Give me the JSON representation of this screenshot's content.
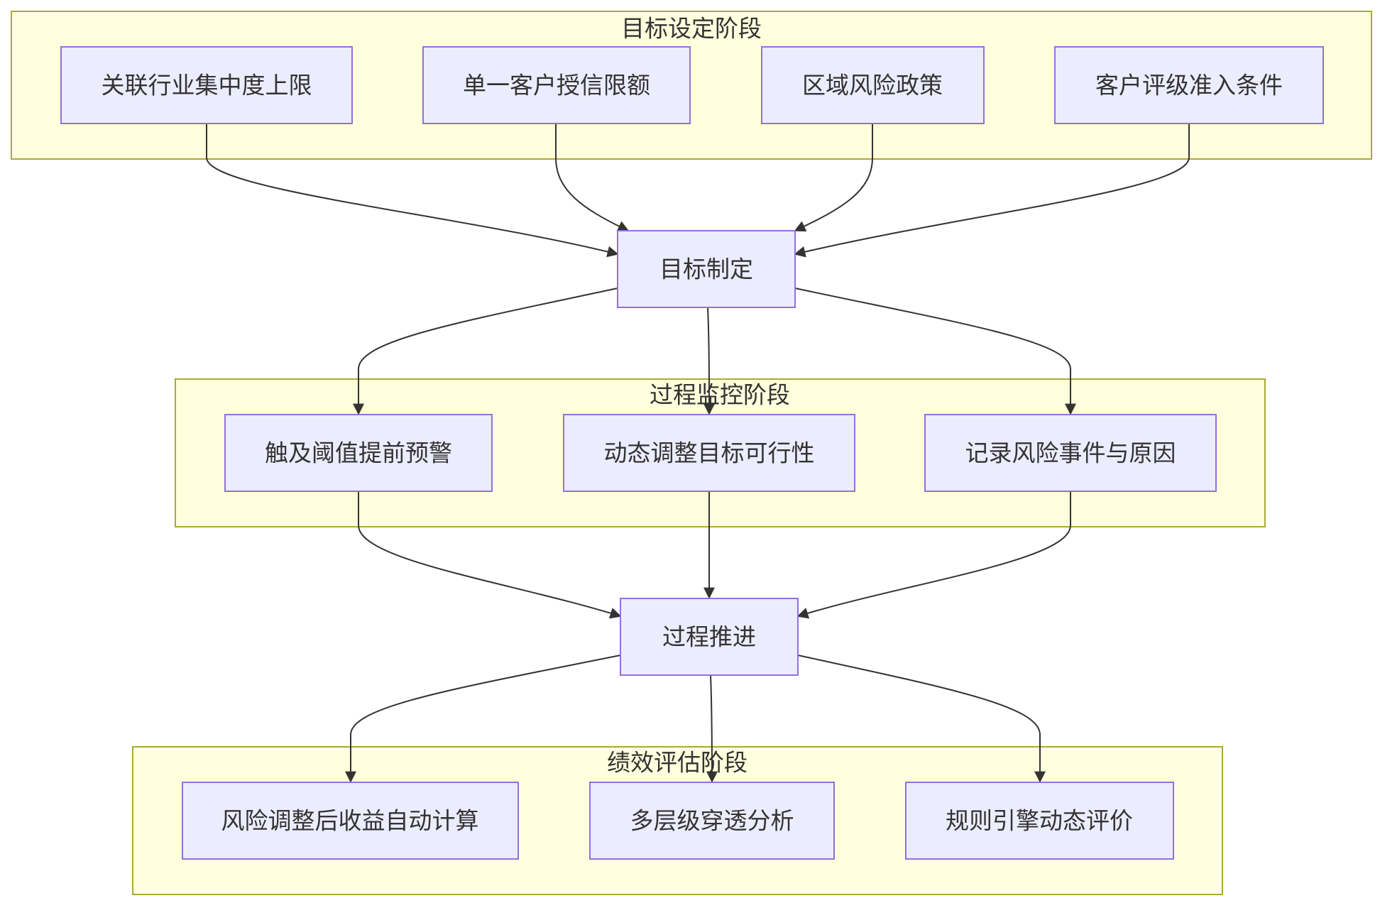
{
  "clusters": [
    {
      "id": "goal",
      "label": "目标设定阶段"
    },
    {
      "id": "monitor",
      "label": "过程监控阶段"
    },
    {
      "id": "perf",
      "label": "绩效评估阶段"
    }
  ],
  "nodes": [
    {
      "id": "industry",
      "label": "关联行业集中度上限"
    },
    {
      "id": "single",
      "label": "单一客户授信限额"
    },
    {
      "id": "region",
      "label": "区域风险政策"
    },
    {
      "id": "rating",
      "label": "客户评级准入条件"
    },
    {
      "id": "goalset",
      "label": "目标制定"
    },
    {
      "id": "alert",
      "label": "触及阈值提前预警"
    },
    {
      "id": "adjust",
      "label": "动态调整目标可行性"
    },
    {
      "id": "record",
      "label": "记录风险事件与原因"
    },
    {
      "id": "progress",
      "label": "过程推进"
    },
    {
      "id": "raroc",
      "label": "风险调整后收益自动计算"
    },
    {
      "id": "multi",
      "label": "多层级穿透分析"
    },
    {
      "id": "rules",
      "label": "规则引擎动态评价"
    }
  ],
  "edges": [
    {
      "from": "industry",
      "to": "goalset"
    },
    {
      "from": "single",
      "to": "goalset"
    },
    {
      "from": "region",
      "to": "goalset"
    },
    {
      "from": "rating",
      "to": "goalset"
    },
    {
      "from": "goalset",
      "to": "alert"
    },
    {
      "from": "goalset",
      "to": "adjust"
    },
    {
      "from": "goalset",
      "to": "record"
    },
    {
      "from": "alert",
      "to": "progress"
    },
    {
      "from": "adjust",
      "to": "progress"
    },
    {
      "from": "record",
      "to": "progress"
    },
    {
      "from": "progress",
      "to": "raroc"
    },
    {
      "from": "progress",
      "to": "multi"
    },
    {
      "from": "progress",
      "to": "rules"
    }
  ],
  "colors": {
    "cluster_fill": "#ffffde",
    "cluster_stroke": "#aaaa33",
    "node_fill": "#ececff",
    "node_stroke": "#9370db",
    "edge": "#333333",
    "text": "#333333"
  }
}
